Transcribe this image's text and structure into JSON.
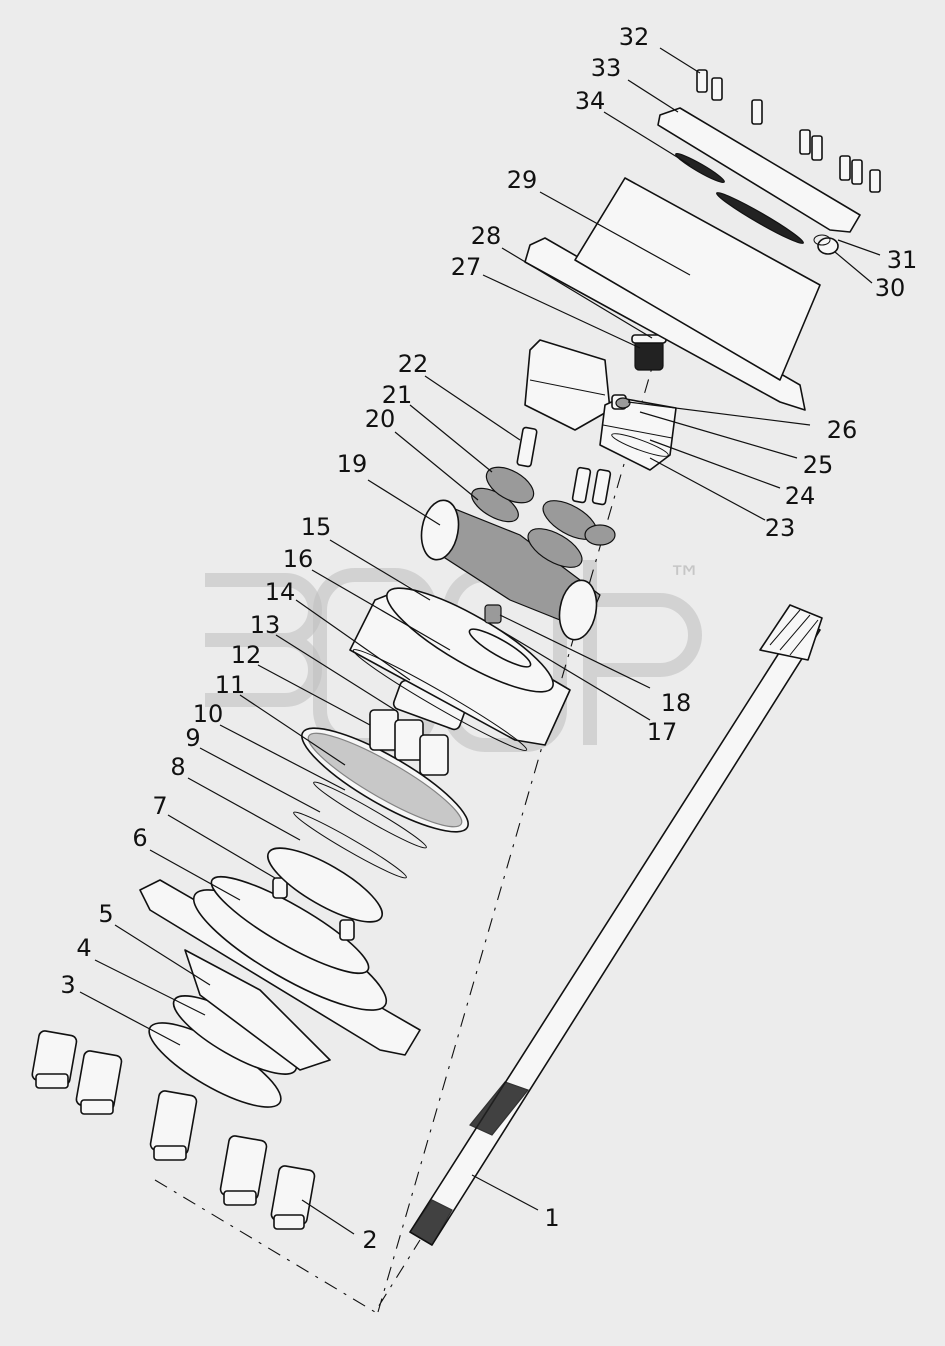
{
  "diagram": {
    "watermark_mark": "™",
    "callouts": [
      {
        "n": "1"
      },
      {
        "n": "2"
      },
      {
        "n": "3"
      },
      {
        "n": "4"
      },
      {
        "n": "5"
      },
      {
        "n": "6"
      },
      {
        "n": "7"
      },
      {
        "n": "8"
      },
      {
        "n": "9"
      },
      {
        "n": "10"
      },
      {
        "n": "11"
      },
      {
        "n": "12"
      },
      {
        "n": "13"
      },
      {
        "n": "14"
      },
      {
        "n": "15"
      },
      {
        "n": "16"
      },
      {
        "n": "17"
      },
      {
        "n": "18"
      },
      {
        "n": "19"
      },
      {
        "n": "20"
      },
      {
        "n": "21"
      },
      {
        "n": "22"
      },
      {
        "n": "23"
      },
      {
        "n": "24"
      },
      {
        "n": "25"
      },
      {
        "n": "26"
      },
      {
        "n": "27"
      },
      {
        "n": "28"
      },
      {
        "n": "29"
      },
      {
        "n": "30"
      },
      {
        "n": "31"
      },
      {
        "n": "32"
      },
      {
        "n": "33"
      },
      {
        "n": "34"
      }
    ]
  }
}
